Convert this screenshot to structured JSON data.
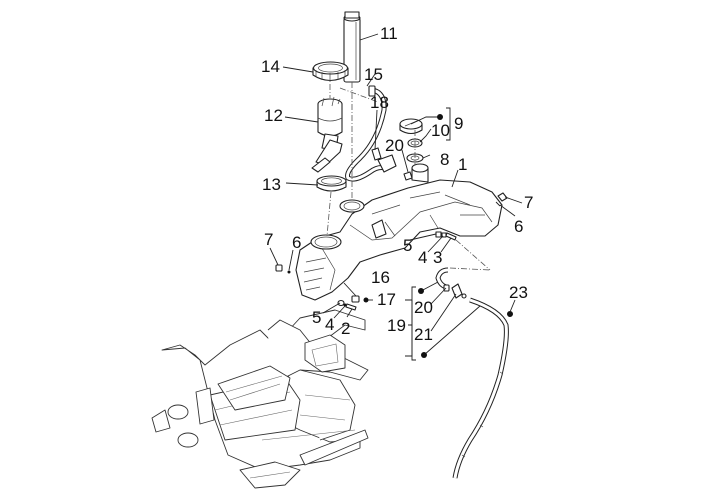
{
  "diagram": {
    "title": "Fuel tank exploded parts diagram",
    "colors": {
      "line": "#222222",
      "background": "#ffffff"
    },
    "callouts": {
      "c1": "1",
      "c2": "2",
      "c3": "3",
      "c4a": "4",
      "c4b": "4",
      "c5a": "5",
      "c5b": "5",
      "c6a": "6",
      "c6b": "6",
      "c7a": "7",
      "c7b": "7",
      "c8": "8",
      "c9": "9",
      "c10": "10",
      "c11": "11",
      "c12": "12",
      "c13": "13",
      "c14": "14",
      "c15": "15",
      "c16": "16",
      "c17": "17",
      "c18": "18",
      "c19": "19",
      "c20a": "20",
      "c20b": "20",
      "c21": "21",
      "c23": "23"
    },
    "parts": [
      {
        "id": "1",
        "name": "fuel-tank"
      },
      {
        "id": "2",
        "name": "screw"
      },
      {
        "id": "3",
        "name": "screw"
      },
      {
        "id": "4",
        "name": "washer"
      },
      {
        "id": "5",
        "name": "spacer"
      },
      {
        "id": "6",
        "name": "screw"
      },
      {
        "id": "7",
        "name": "clip-nut"
      },
      {
        "id": "8",
        "name": "filler-gasket"
      },
      {
        "id": "9",
        "name": "fuel-cap-kit"
      },
      {
        "id": "10",
        "name": "cap-seal"
      },
      {
        "id": "11",
        "name": "fuel-level-sensor"
      },
      {
        "id": "12",
        "name": "fuel-pump"
      },
      {
        "id": "13",
        "name": "pump-seal"
      },
      {
        "id": "14",
        "name": "ring-nut"
      },
      {
        "id": "15",
        "name": "fuel-pipe"
      },
      {
        "id": "16",
        "name": "rubber-pad"
      },
      {
        "id": "17",
        "name": "nut"
      },
      {
        "id": "18",
        "name": "pipe-clip"
      },
      {
        "id": "19",
        "name": "breather-kit"
      },
      {
        "id": "20",
        "name": "hose-clamp"
      },
      {
        "id": "21",
        "name": "valve"
      },
      {
        "id": "23",
        "name": "clip"
      }
    ]
  }
}
